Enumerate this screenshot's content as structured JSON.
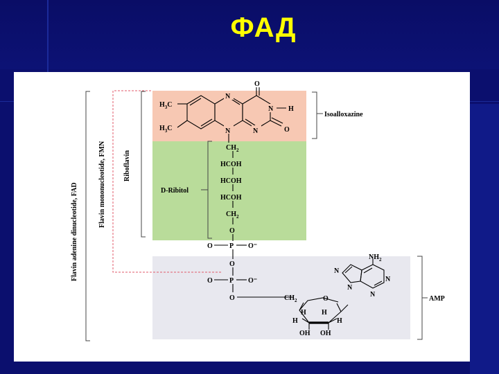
{
  "slide": {
    "title": "ФАД"
  },
  "regions": {
    "isoalloxazine": "Isoalloxazine",
    "ribitol": "D-Ribitol",
    "amp": "AMP",
    "riboflavin": "Riboflavin",
    "fmn": "Flavin mononucleotide, FMN",
    "fad": "Flavin adenine dinucleotide, FAD"
  },
  "colors": {
    "isoalloxazine_box": "#f7c8b3",
    "ribitol_box": "#b9dc9a",
    "amp_box": "#e8e8ef",
    "connector": "#e05a6a"
  },
  "atoms": {
    "n": "N",
    "h": "H",
    "o": "O",
    "p": "P",
    "o_minus": "O⁻",
    "h3c": "H3C",
    "ch2": "CH2",
    "hcoh": "HCOH",
    "nh2": "NH2",
    "oh": "OH"
  }
}
